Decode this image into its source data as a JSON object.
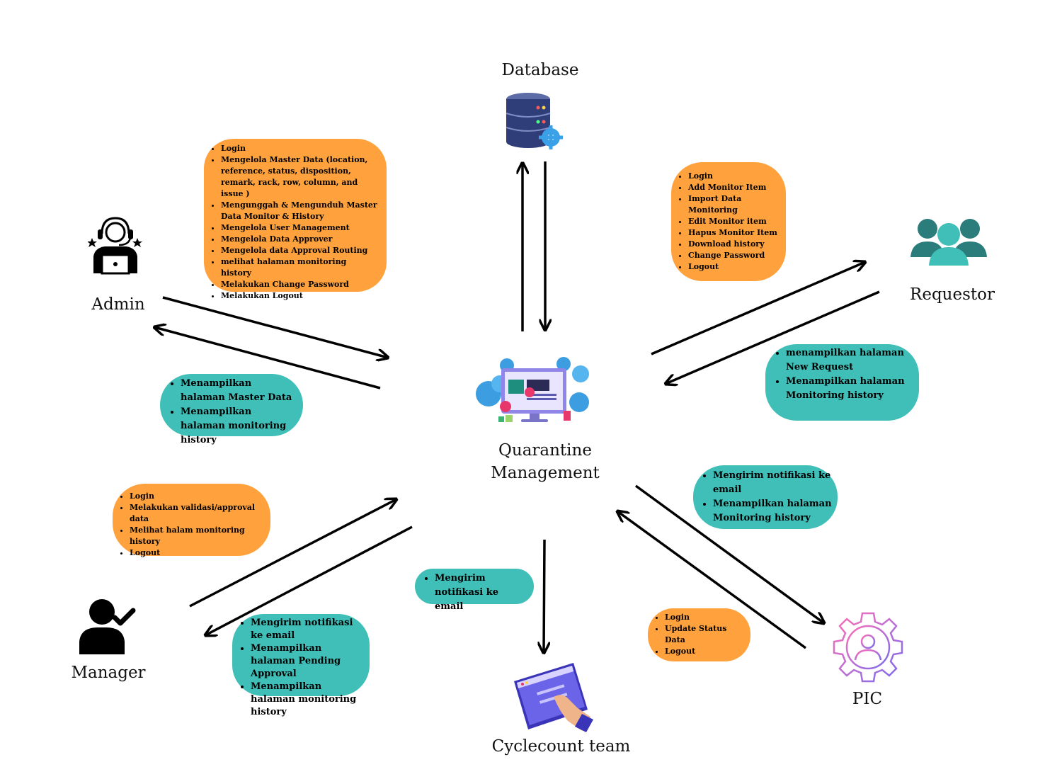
{
  "nodes": {
    "database": "Database",
    "admin": "Admin",
    "requestor": "Requestor",
    "system_line1": "Quarantine",
    "system_line2": "Management",
    "manager": "Manager",
    "cyclecount": "Cyclecount team",
    "pic": "PIC"
  },
  "boxes": {
    "admin_actions": [
      "Login",
      "Mengelola Master Data (location, reference, status, disposition, remark, rack, row, column, and issue  )",
      "Mengunggah & Mengunduh Master Data Monitor & History",
      "Mengelola  User Management",
      "Mengelola  Data Approver",
      "Mengelola data  Approval Routing",
      "melihat halaman monitoring history",
      "Melakukan Change Password",
      "Melakukan Logout"
    ],
    "admin_responses": [
      "Menampilkan halaman Master Data",
      "Menampilkan halaman monitoring history"
    ],
    "requestor_actions": [
      " Login",
      "Add Monitor Item",
      "Import Data Monitoring",
      " Edit Monitor item",
      "Hapus Monitor Item",
      "Download  history",
      "Change Password",
      "Logout"
    ],
    "requestor_responses": [
      "menampilkan halaman New Request",
      "Menampilkan halaman Monitoring history"
    ],
    "manager_actions": [
      " Login",
      "Melakukan validasi/approval data",
      "Melihat halam monitoring history",
      "Logout"
    ],
    "manager_responses": [
      "Mengirim notifikasi ke email",
      "Menampilkan halaman Pending Approval",
      "Menampilkan halaman monitoring history"
    ],
    "cyclecount_response": [
      "Mengirim notifikasi ke email"
    ],
    "pic_responses": [
      "Mengirim notifikasi ke email",
      "Menampilkan halaman Monitoring history"
    ],
    "pic_actions": [
      "Login",
      "Update Status Data",
      "Logout"
    ]
  },
  "colors": {
    "orange": "#ffa23d",
    "teal": "#3fbfb8",
    "arrow": "#000000"
  },
  "icons": [
    "database-icon",
    "admin-headset-icon",
    "requestor-users-icon",
    "system-monitor-icon",
    "manager-check-icon",
    "cyclecount-screen-icon",
    "pic-gear-icon"
  ]
}
